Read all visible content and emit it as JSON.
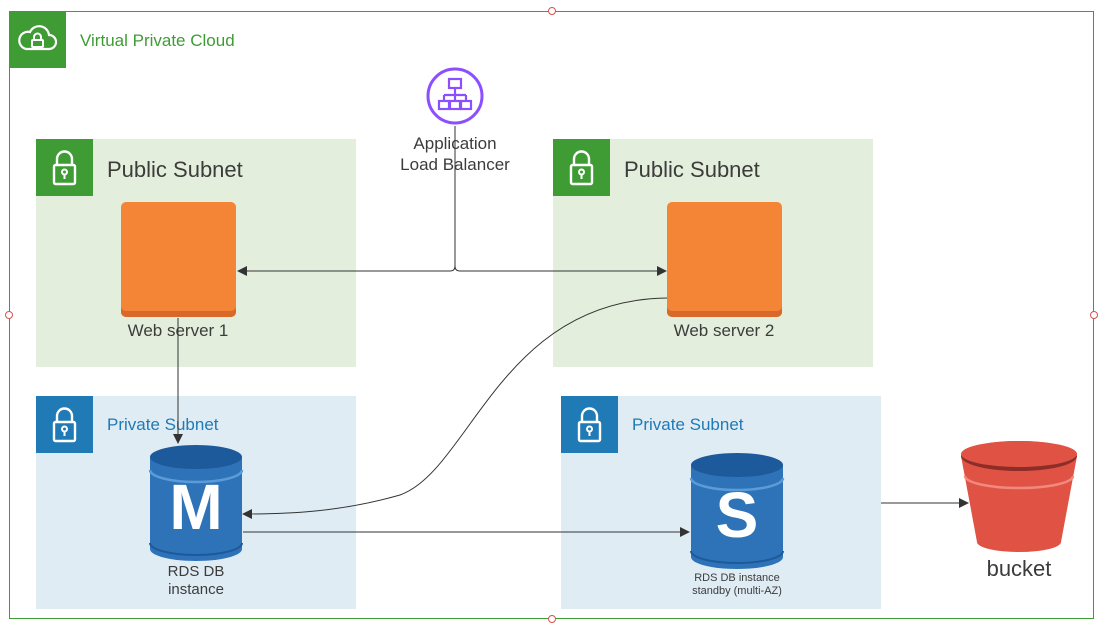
{
  "vpc": {
    "label": "Virtual Private Cloud",
    "icon": "cloud-lock-icon",
    "color": "#3f9c35"
  },
  "load_balancer": {
    "line1": "Application",
    "line2": "Load Balancer",
    "icon": "load-balancer-icon",
    "color": "#8c4fff"
  },
  "public_subnets": [
    {
      "label": "Public Subnet",
      "icon": "lock-icon",
      "server_label": "Web server 1"
    },
    {
      "label": "Public Subnet",
      "icon": "lock-icon",
      "server_label": "Web server 2"
    }
  ],
  "private_subnets": [
    {
      "label": "Private Subnet",
      "icon": "lock-icon"
    },
    {
      "label": "Private Subnet",
      "icon": "lock-icon"
    }
  ],
  "rds_master": {
    "letter": "M",
    "line1": "RDS DB",
    "line2": "instance",
    "icon": "database-icon"
  },
  "rds_standby": {
    "letter": "S",
    "line1": "RDS DB instance",
    "line2": "standby (multi-AZ)",
    "icon": "database-icon"
  },
  "bucket": {
    "label": "bucket",
    "icon": "s3-bucket-icon",
    "color": "#e05243"
  },
  "colors": {
    "public": "#3f9c35",
    "private": "#1f7ab5",
    "server": "#f58536",
    "db": "#2e73b8",
    "arrow": "#333333"
  }
}
